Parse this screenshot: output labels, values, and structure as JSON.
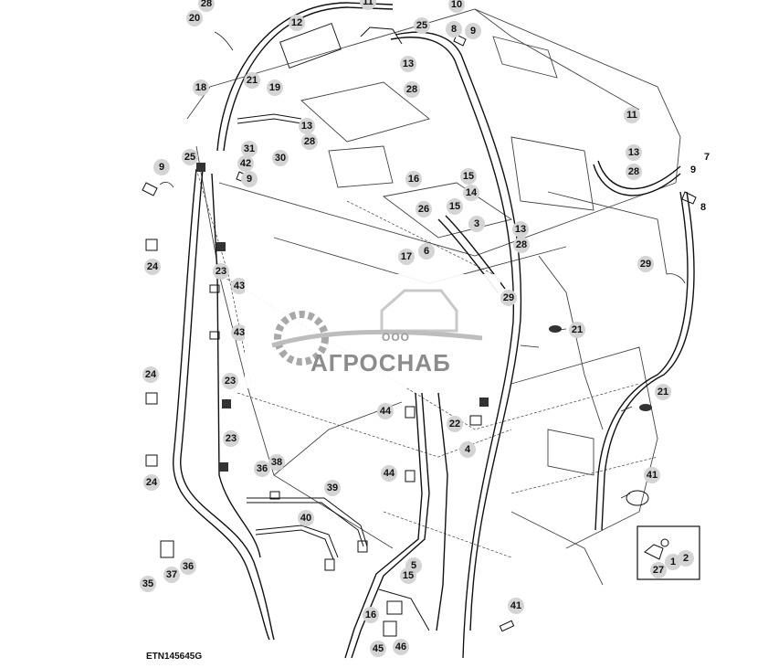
{
  "figure_id": "ETN145645G",
  "watermark": {
    "prefix": "ООО",
    "name": "АГРОСНАБ"
  },
  "callouts": [
    {
      "n": "28"
    },
    {
      "n": "20"
    },
    {
      "n": "12"
    },
    {
      "n": "11"
    },
    {
      "n": "25"
    },
    {
      "n": "10"
    },
    {
      "n": "8"
    },
    {
      "n": "9"
    },
    {
      "n": "13"
    },
    {
      "n": "28"
    },
    {
      "n": "18"
    },
    {
      "n": "21"
    },
    {
      "n": "19"
    },
    {
      "n": "13"
    },
    {
      "n": "28"
    },
    {
      "n": "25"
    },
    {
      "n": "31"
    },
    {
      "n": "42"
    },
    {
      "n": "30"
    },
    {
      "n": "9"
    },
    {
      "n": "9"
    },
    {
      "n": "16"
    },
    {
      "n": "15"
    },
    {
      "n": "14"
    },
    {
      "n": "26"
    },
    {
      "n": "15"
    },
    {
      "n": "3"
    },
    {
      "n": "13"
    },
    {
      "n": "28"
    },
    {
      "n": "17"
    },
    {
      "n": "6"
    },
    {
      "n": "11"
    },
    {
      "n": "13"
    },
    {
      "n": "28"
    },
    {
      "n": "24"
    },
    {
      "n": "23"
    },
    {
      "n": "43"
    },
    {
      "n": "43"
    },
    {
      "n": "29"
    },
    {
      "n": "21"
    },
    {
      "n": "29"
    },
    {
      "n": "24"
    },
    {
      "n": "23"
    },
    {
      "n": "23"
    },
    {
      "n": "24"
    },
    {
      "n": "44"
    },
    {
      "n": "22"
    },
    {
      "n": "21"
    },
    {
      "n": "4"
    },
    {
      "n": "44"
    },
    {
      "n": "38"
    },
    {
      "n": "36"
    },
    {
      "n": "39"
    },
    {
      "n": "41"
    },
    {
      "n": "40"
    },
    {
      "n": "35"
    },
    {
      "n": "37"
    },
    {
      "n": "36"
    },
    {
      "n": "5"
    },
    {
      "n": "15"
    },
    {
      "n": "2"
    },
    {
      "n": "1"
    },
    {
      "n": "27"
    },
    {
      "n": "16"
    },
    {
      "n": "41"
    },
    {
      "n": "45"
    },
    {
      "n": "46"
    }
  ],
  "plain_labels": [
    {
      "n": "7"
    },
    {
      "n": "9"
    },
    {
      "n": "8"
    }
  ]
}
